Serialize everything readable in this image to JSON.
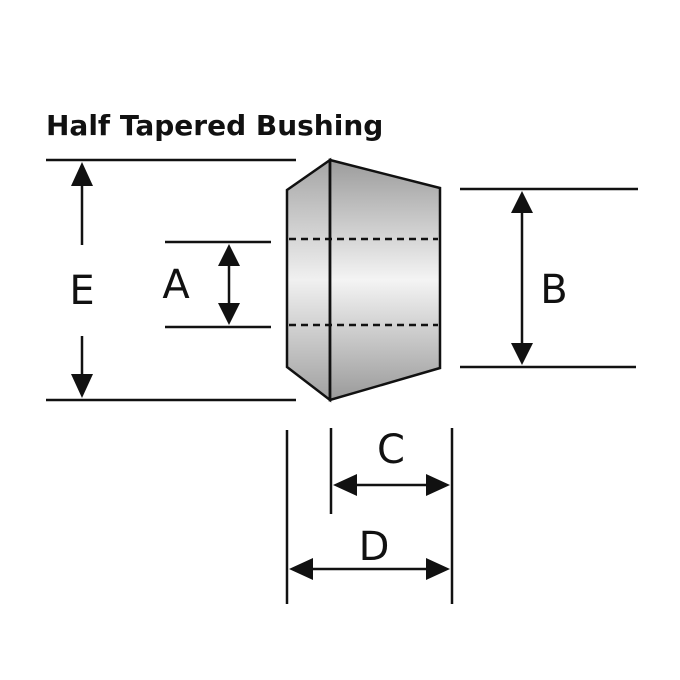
{
  "title": "Half Tapered Bushing",
  "dimensions": {
    "a": "A",
    "b": "B",
    "c": "C",
    "d": "D",
    "e": "E"
  },
  "colors": {
    "ink": "#111111",
    "body_light": "#f2f2f2",
    "body_dark": "#9a9a9a"
  }
}
